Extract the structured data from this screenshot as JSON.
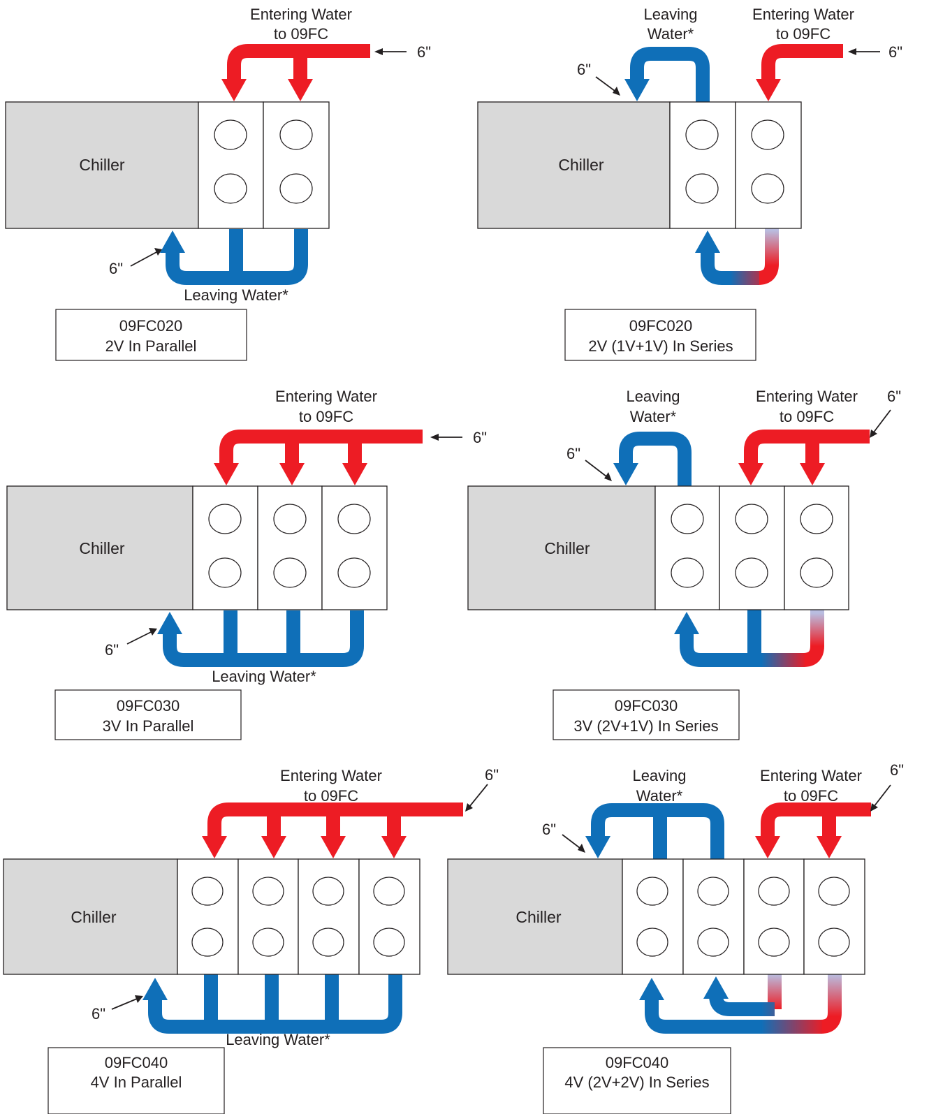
{
  "colors": {
    "entering_water": "#ed1c24",
    "leaving_water": "#0f6fb8",
    "chiller_fill": "#d9d9d9"
  },
  "configs": {
    "c020p": {
      "chiller": "Chiller",
      "entering": [
        "Entering Water",
        "to 09FC"
      ],
      "leaving": [
        "Leaving Water*"
      ],
      "dim_entering": "6\"",
      "dim_leaving": "6\"",
      "caption": [
        "09FC020",
        "2V In Parallel"
      ]
    },
    "c020s": {
      "chiller": "Chiller",
      "entering": [
        "Entering Water",
        "to 09FC"
      ],
      "leaving": [
        "Leaving",
        "Water*"
      ],
      "dim_entering": "6\"",
      "dim_leaving": "6\"",
      "caption": [
        "09FC020",
        "2V (1V+1V) In Series"
      ]
    },
    "c030p": {
      "chiller": "Chiller",
      "entering": [
        "Entering Water",
        "to 09FC"
      ],
      "leaving": [
        "Leaving Water*"
      ],
      "dim_entering": "6\"",
      "dim_leaving": "6\"",
      "caption": [
        "09FC030",
        "3V In Parallel"
      ]
    },
    "c030s": {
      "chiller": "Chiller",
      "entering": [
        "Entering Water",
        "to 09FC"
      ],
      "leaving": [
        "Leaving",
        "Water*"
      ],
      "dim_entering": "6\"",
      "dim_leaving": "6\"",
      "caption": [
        "09FC030",
        "3V (2V+1V) In Series"
      ]
    },
    "c040p": {
      "chiller": "Chiller",
      "entering": [
        "Entering Water",
        "to 09FC"
      ],
      "leaving": [
        "Leaving Water*"
      ],
      "dim_entering": "6\"",
      "dim_leaving": "6\"",
      "caption": [
        "09FC040",
        "4V In Parallel"
      ]
    },
    "c040s": {
      "chiller": "Chiller",
      "entering": [
        "Entering Water",
        "to 09FC"
      ],
      "leaving": [
        "Leaving",
        "Water*"
      ],
      "dim_entering": "6\"",
      "dim_leaving": "6\"",
      "caption": [
        "09FC040",
        "4V (2V+2V) In Series"
      ]
    }
  }
}
